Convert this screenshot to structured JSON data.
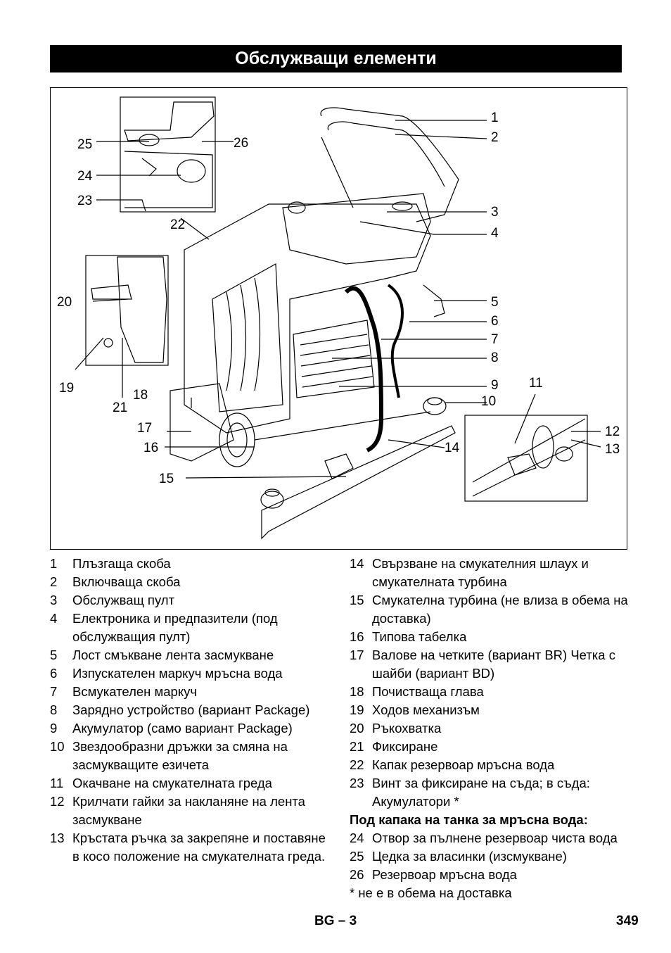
{
  "header": {
    "title": "Обслужващи елементи"
  },
  "figure": {
    "callouts": [
      "1",
      "2",
      "3",
      "4",
      "5",
      "6",
      "7",
      "8",
      "9",
      "10",
      "11",
      "12",
      "13",
      "14",
      "15",
      "16",
      "17",
      "18",
      "19",
      "20",
      "21",
      "22",
      "23",
      "24",
      "25",
      "26"
    ]
  },
  "legend_left": [
    {
      "num": "1",
      "text": "Плъзгаща скоба"
    },
    {
      "num": "2",
      "text": "Включваща скоба"
    },
    {
      "num": "3",
      "text": "Обслужващ пулт"
    },
    {
      "num": "4",
      "text": "Електроника и предпазители (под обслужващия пулт)"
    },
    {
      "num": "5",
      "text": "Лост смъкване лента засмукване"
    },
    {
      "num": "6",
      "text": "Изпускателен маркуч мръсна вода"
    },
    {
      "num": "7",
      "text": "Всмукателен маркуч"
    },
    {
      "num": "8",
      "text": "Зарядно устройство (вариант Package)"
    },
    {
      "num": "9",
      "text": "Акумулатор (само вариант Package)"
    },
    {
      "num": "10",
      "text": "Звездообразни дръжки за смяна на засмукващите езичета"
    },
    {
      "num": "11",
      "text": "Окачване на смукателната греда"
    },
    {
      "num": "12",
      "text": "Крилчати гайки за накланяне на лента засмукване"
    },
    {
      "num": "13",
      "text": "Кръстата ръчка за закрепяне и поставяне в косо положение на смукателната греда."
    }
  ],
  "legend_right": [
    {
      "num": "14",
      "text": "Свързване на смукателния шлаух и смукателната турбина"
    },
    {
      "num": "15",
      "text": "Смукателна турбина (не влиза в обема на доставка)"
    },
    {
      "num": "16",
      "text": "Типова табелка"
    },
    {
      "num": "17",
      "text": "Валове на четките (вариант BR) Четка с шайби (вариант BD)"
    },
    {
      "num": "18",
      "text": "Почистваща глава"
    },
    {
      "num": "19",
      "text": "Ходов механизъм"
    },
    {
      "num": "20",
      "text": "Ръкохватка"
    },
    {
      "num": "21",
      "text": "Фиксиране"
    },
    {
      "num": "22",
      "text": "Капак резервоар мръсна вода"
    },
    {
      "num": "23",
      "text": "Винт за фиксиране на съда; в съда: Акумулатори *"
    }
  ],
  "legend_right_subheading": "Под капака на танка за мръсна вода:",
  "legend_right_extra": [
    {
      "num": "24",
      "text": "Отвор за пълнене резервоар чиста вода"
    },
    {
      "num": "25",
      "text": "Цедка за власинки (изсмукване)"
    },
    {
      "num": "26",
      "text": "Резервоар мръсна вода"
    }
  ],
  "footnote": "* не е в обема на доставка",
  "footer": {
    "lang": "BG",
    "separator": "–",
    "section_page": "3",
    "page_number": "349"
  }
}
